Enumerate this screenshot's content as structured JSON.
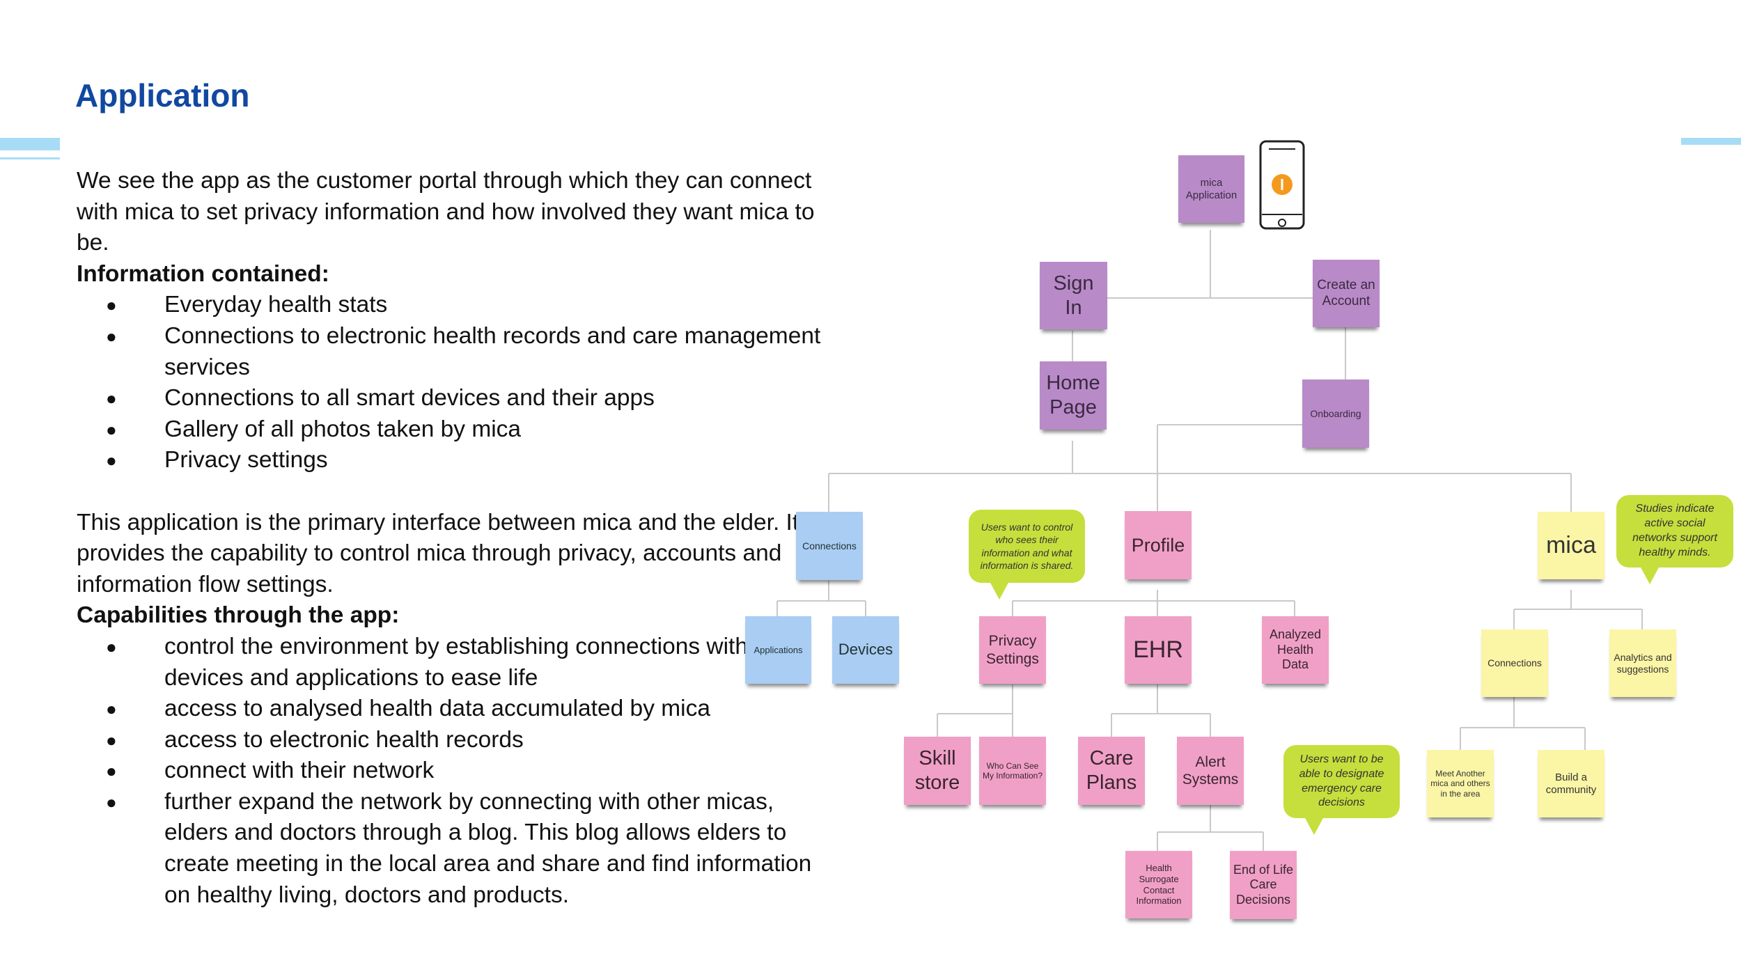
{
  "title": "Application",
  "intro": "We see the app as the customer portal through which they can connect with mica to set privacy information and how involved they want mica to be.",
  "info_heading": "Information contained:",
  "info_items": [
    "Everyday health stats",
    "Connections to electronic health records and care management services",
    "Connections to all smart devices and their apps",
    "Gallery of all photos taken by mica",
    "Privacy settings"
  ],
  "interface_text": "This application is the primary interface between mica and the elder. It provides the capability to control mica through privacy, accounts and information flow settings.",
  "capabilities_heading": "Capabilities through the app:",
  "capability_items": [
    "control the environment by establishing connections with other devices and applications to ease life",
    "access to analysed health data accumulated by mica",
    "access to electronic health records",
    "connect with their network",
    "further expand the network by connecting with other micas, elders and doctors through a blog. This blog allows elders to create meeting in the local area and  share and find information on healthy living, doctors and products."
  ],
  "bullet_symbol": "●",
  "colors": {
    "title": "#1148a0",
    "purple_note": "#b98ac8",
    "blue_note": "#aacdf3",
    "pink_note": "#f0a0c6",
    "yellow_note": "#fbf5a6",
    "callout": "#c6df3c",
    "phone_icon_dot": "#f39a1e"
  },
  "diagram": {
    "notes": {
      "mica_application": "mica Application",
      "sign_in": "Sign In",
      "create_account": "Create an Account",
      "home_page": "Home Page",
      "onboarding": "Onboarding",
      "connections": "Connections",
      "applications": "Applications",
      "devices": "Devices",
      "profile": "Profile",
      "privacy_settings": "Privacy Settings",
      "ehr": "EHR",
      "analyzed_health_data": "Analyzed Health Data",
      "skill_store": "Skill store",
      "who_can_see": "Who Can See My Information?",
      "care_plans": "Care Plans",
      "alert_systems": "Alert Systems",
      "health_surrogate": "Health Surrogate Contact Information",
      "end_of_life": "End of Life Care Decisions",
      "mica": "mica",
      "mica_connections": "Connections",
      "analytics": "Analytics and suggestions",
      "meet_another": "Meet Another mica and others in the area",
      "build_community": "Build a community"
    },
    "callouts": {
      "control": "Users want to control who sees their information and what information is shared.",
      "studies": "Studies indicate active social networks support healthy minds.",
      "designate": "Users want to be able to designate emergency care decisions"
    },
    "phone_icon": "smartphone-icon"
  }
}
